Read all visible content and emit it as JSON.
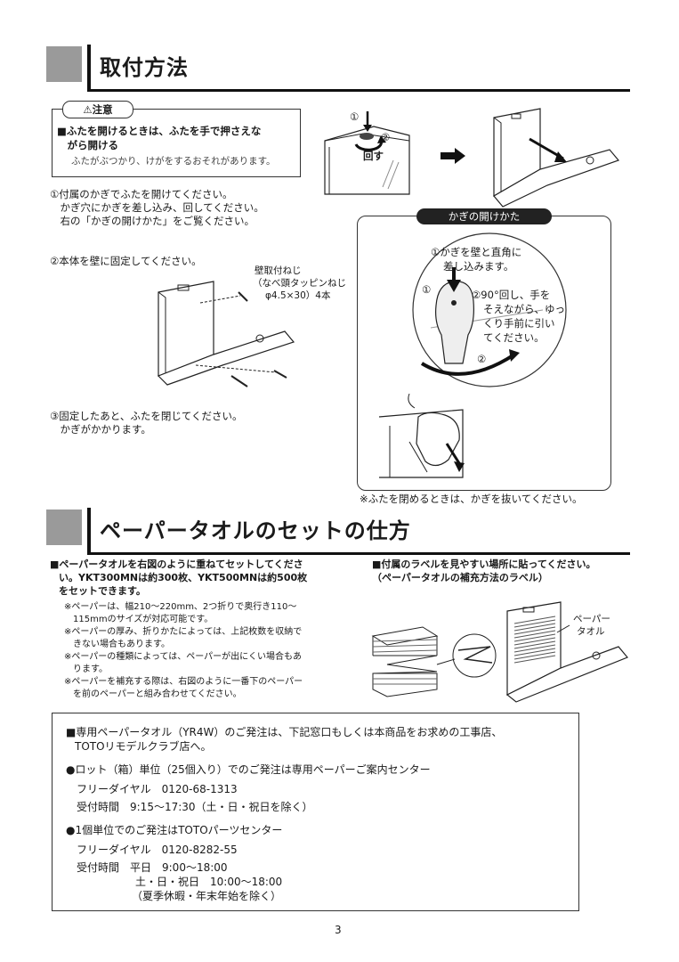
{
  "section1": {
    "title": "取付方法",
    "caution": {
      "tag": "⚠注意",
      "line1": "■ふたを開けるときは、ふたを手で押さえな",
      "line2": "　がら開ける",
      "note": "ふたがぶつかり、けがをするおそれがあります。"
    },
    "step1": {
      "line1": "①付属のかぎでふたを開けてください。",
      "line2": "　かぎ穴にかぎを差し込み、回してください。",
      "line3": "　右の「かぎの開けかた」をご覧ください。"
    },
    "step2": "②本体を壁に固定してください。",
    "screw": {
      "line1": "壁取付ねじ",
      "line2": "（なべ頭タッピンねじ",
      "line3": "φ4.5×30）4本"
    },
    "step3": {
      "line1": "③固定したあと、ふたを閉じてください。",
      "line2": "　かぎがかかります。"
    },
    "fig_labels": {
      "one": "①",
      "two": "②",
      "turn": "回す"
    },
    "key_box": {
      "tag": "かぎの開けかた",
      "step1_line1": "①かぎを壁と直角に",
      "step1_line2": "差し込みます。",
      "step2_line1": "②90°回し、手を",
      "step2_line2": "そえながら、ゆっ",
      "step2_line3": "くり手前に引い",
      "step2_line4": "てください。",
      "num1": "①",
      "num2": "②"
    },
    "close_note": "※ふたを閉めるときは、かぎを抜いてください。"
  },
  "section2": {
    "title": "ペーパータオルのセットの仕方",
    "left": {
      "line1": "■ペーパータオルを右図のように重ねてセットしてくださ",
      "line2": "い。YKT300MNは約300枚、YKT500MNは約500枚",
      "line3": "をセットできます。",
      "note1a": "※ペーパーは、幅210～220mm、2つ折りで奥行き110～",
      "note1b": "　115mmのサイズが対応可能です。",
      "note2a": "※ペーパーの厚み、折りかたによっては、上記枚数を収納で",
      "note2b": "　きない場合もあります。",
      "note3a": "※ペーパーの種類によっては、ペーパーが出にくい場合もあ",
      "note3b": "　ります。",
      "note4a": "※ペーパーを補充する際は、右図のように一番下のペーパー",
      "note4b": "　を前のペーパーと組み合わせてください。"
    },
    "right": {
      "line1": "■付属のラベルを見やすい場所に貼ってください。",
      "line2": "（ペーパータオルの補充方法のラベル）",
      "paper_label1": "ペーパー",
      "paper_label2": "タオル"
    }
  },
  "order": {
    "intro1": "■専用ペーパータオル（YR4W）のご発注は、下記窓口もしくは本商品をお求めの工事店、",
    "intro2": "TOTOリモデルクラブ店へ。",
    "lot_title": "●ロット（箱）単位（25個入り）でのご発注は専用ペーパーご案内センター",
    "lot_free": "フリーダイヤル　0120-68-1313",
    "lot_hours": "受付時間　9:15～17:30（土・日・祝日を除く）",
    "unit_title": "●1個単位でのご発注はTOTOパーツセンター",
    "unit_free": "フリーダイヤル　0120-8282-55",
    "unit_hours1": "受付時間　平日　9:00～18:00",
    "unit_hours2": "土・日・祝日　10:00～18:00",
    "unit_hours3": "（夏季休暇・年末年始を除く）"
  },
  "page_number": "3"
}
